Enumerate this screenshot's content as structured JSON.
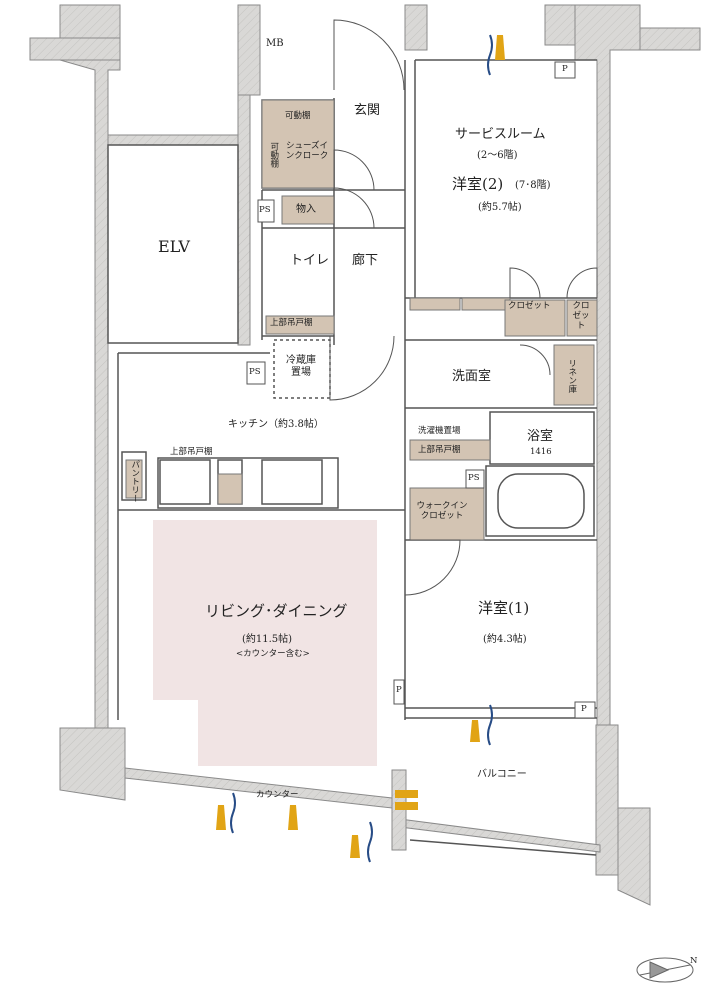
{
  "colors": {
    "wall_fill": "#d9d8d6",
    "wall_line": "#8a8a8a",
    "storage_fill": "#d3c4b3",
    "living_fill": "#f1e4e4",
    "line": "#555555",
    "window_blue": "#274c86",
    "window_gold": "#e1a415"
  },
  "rooms": {
    "mb": "MB",
    "entrance": "玄関",
    "service_room": "サービスルーム",
    "service_room_floors": "(2〜6階)",
    "western2": "洋室(2)",
    "western2_floors": "(7･8階)",
    "western2_size": "(約5.7帖)",
    "movable_shelf_a": "可動棚",
    "movable_shelf_b": "可動棚",
    "shoes_in_cloak": "シューズインクローク",
    "ps": "PS",
    "storage": "物入",
    "toilet": "トイレ",
    "corridor": "廊下",
    "upper_cabinet": "上部吊戸棚",
    "elv": "ELV",
    "fridge_space": "冷蔵庫置場",
    "closet": "クロゼット",
    "closet_small": "クロゼット",
    "washroom": "洗面室",
    "linen": "リネン庫",
    "kitchen": "キッチン（約3.8帖）",
    "washer_space": "洗濯機置場",
    "upper_cabinet_wash": "上部吊戸棚",
    "bathroom": "浴室",
    "bath_size": "1416",
    "pantry": "パントリー",
    "upper_cabinet_kitchen": "上部吊戸棚",
    "walk_in_closet": "ウォークインクロゼット",
    "living_dining": "リビング･ダイニング",
    "ld_size": "(約11.5帖)",
    "ld_note": "<カウンター含む>",
    "western1": "洋室(1)",
    "western1_size": "(約4.3帖)",
    "p": "P",
    "balcony": "バルコニー",
    "counter": "カウンター"
  },
  "compass": "N"
}
